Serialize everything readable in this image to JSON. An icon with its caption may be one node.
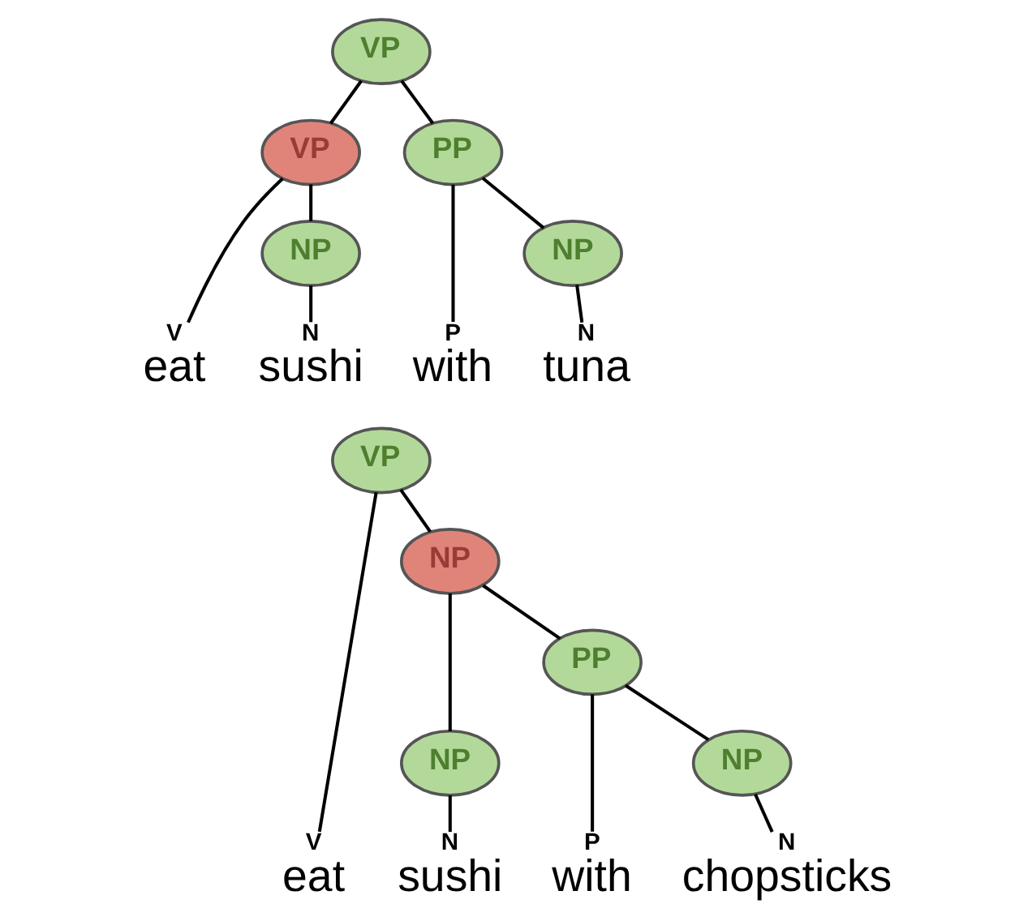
{
  "diagram": {
    "nodes": [
      {
        "text": [
          "VP"
        ]
      },
      {
        "text": [
          "VP"
        ]
      },
      {
        "text": [
          "PP"
        ]
      },
      {
        "text": [
          "NP"
        ]
      },
      {
        "text": [
          "NP"
        ]
      },
      {
        "text": [
          "V",
          "eat"
        ]
      },
      {
        "text": [
          "N",
          "sushi"
        ]
      },
      {
        "text": [
          "P",
          "with"
        ]
      },
      {
        "text": [
          "N",
          "tuna"
        ]
      },
      {
        "text": [
          "VP"
        ]
      },
      {
        "text": [
          "NP"
        ]
      },
      {
        "text": [
          "PP"
        ]
      },
      {
        "text": [
          "NP"
        ]
      },
      {
        "text": [
          "NP"
        ]
      },
      {
        "text": [
          "V",
          "eat"
        ]
      },
      {
        "text": [
          "N",
          "sushi"
        ]
      },
      {
        "text": [
          "P",
          "with"
        ]
      },
      {
        "text": [
          "N",
          "chopsticks"
        ]
      }
    ],
    "edges": [
      {
        "from": 0,
        "to": 1,
        "arrow": "none"
      },
      {
        "from": 0,
        "to": 2,
        "arrow": "none"
      },
      {
        "from": 1,
        "to": 5,
        "arrow": "none"
      },
      {
        "from": 1,
        "to": 3,
        "arrow": "none"
      },
      {
        "from": 3,
        "to": 6,
        "arrow": "none"
      },
      {
        "from": 2,
        "to": 7,
        "arrow": "none"
      },
      {
        "from": 2,
        "to": 4,
        "arrow": "none"
      },
      {
        "from": 4,
        "to": 8,
        "arrow": "none"
      },
      {
        "from": 9,
        "to": 14,
        "arrow": "none"
      },
      {
        "from": 9,
        "to": 10,
        "arrow": "none"
      },
      {
        "from": 10,
        "to": 12,
        "arrow": "none"
      },
      {
        "from": 10,
        "to": 11,
        "arrow": "none"
      },
      {
        "from": 12,
        "to": 15,
        "arrow": "none"
      },
      {
        "from": 11,
        "to": 16,
        "arrow": "none"
      },
      {
        "from": 11,
        "to": 13,
        "arrow": "none"
      },
      {
        "from": 13,
        "to": 17,
        "arrow": "none"
      }
    ]
  }
}
